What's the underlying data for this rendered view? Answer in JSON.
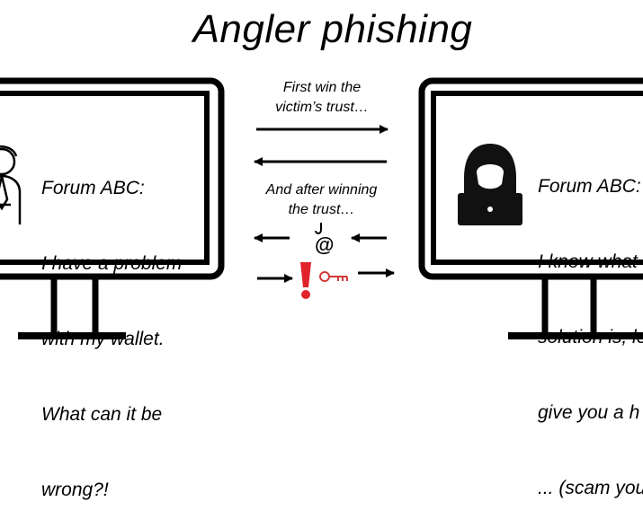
{
  "title": "Angler phishing",
  "victim": {
    "forum": "Forum ABC:",
    "message_lines": [
      "I have a problem",
      "with my wallet.",
      "What can it be",
      "wrong?!"
    ]
  },
  "attacker": {
    "forum": "Forum ABC:",
    "message_lines": [
      "I know what",
      "solution is, le",
      "give you a h",
      "... (scam you"
    ]
  },
  "captions": {
    "step1": "First win the\nvictim’s trust…",
    "step2": "And after winning\nthe trust…"
  },
  "icons": {
    "victim": "person-icon",
    "attacker": "hooded-hacker-icon",
    "hook": "fishhook-at-icon",
    "alert": "exclamation-icon",
    "key": "key-icon"
  },
  "colors": {
    "line": "#000000",
    "alert": "#e1232b",
    "key": "#d33a3a"
  }
}
